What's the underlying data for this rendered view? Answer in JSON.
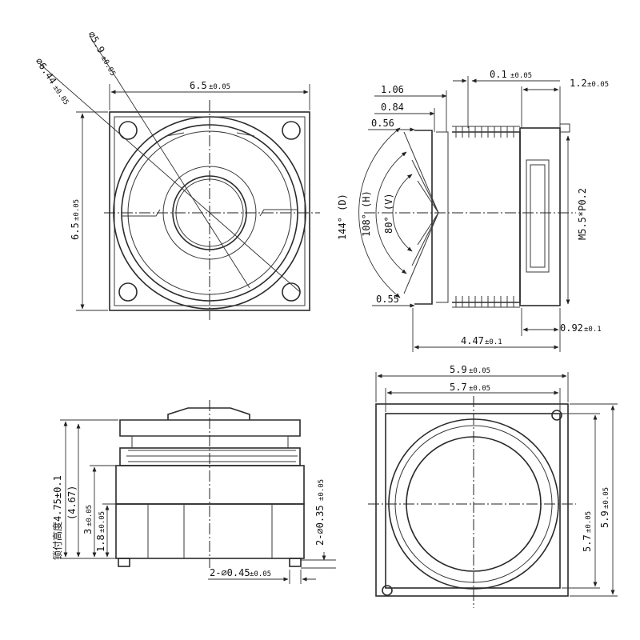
{
  "front_view": {
    "width": "6.5",
    "height": "6.5",
    "diameter_outer": "⌀6.44",
    "diameter_inner": "⌀5.9",
    "tol": "±0.05"
  },
  "side_view": {
    "dim_106": "1.06",
    "dim_084": "0.84",
    "dim_056": "0.56",
    "dim_055": "0.55",
    "dim_01": "0.1",
    "dim_01_tol": "±0.05",
    "dim_12": "1.2",
    "dim_12_tol": "±0.05",
    "dim_447": "4.47",
    "dim_447_tol": "±0.1",
    "dim_092": "0.92",
    "dim_092_tol": "±0.1",
    "thread": "M5.5*P0.2",
    "fov_d": "144° (D)",
    "fov_h": "108° (H)",
    "fov_v": "80° (V)"
  },
  "bottom_left_view": {
    "height_label": "锁付高度4.75±0.1",
    "height_ref": "(4.67)",
    "dim_3": "3",
    "dim_3_tol": "±0.05",
    "dim_18": "1.8",
    "dim_18_tol": "±0.05",
    "pin_035": "2-⌀0.35",
    "pin_035_tol": "±0.05",
    "pin_045": "2-⌀0.45",
    "pin_045_tol": "±0.05"
  },
  "bottom_right_view": {
    "outer_w": "5.9",
    "outer_w_tol": "±0.05",
    "inner_w": "5.7",
    "inner_w_tol": "±0.05",
    "inner_h": "5.7",
    "inner_h_tol": "±0.05",
    "outer_h": "5.9",
    "outer_h_tol": "±0.05"
  }
}
